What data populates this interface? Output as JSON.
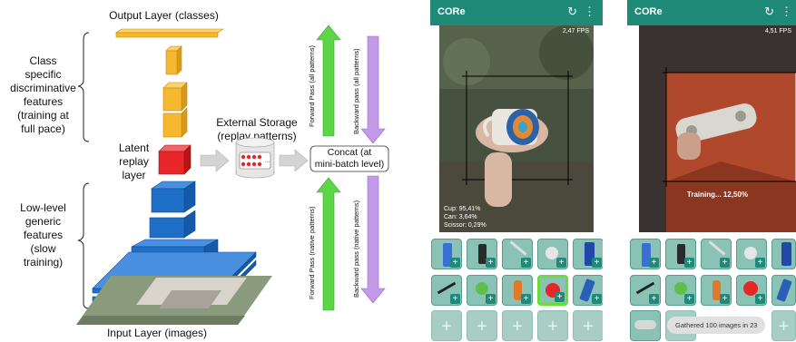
{
  "diagram": {
    "output_layer_label": "Output Layer (classes)",
    "class_specific_label": [
      "Class",
      "specific",
      "discriminative",
      "features",
      "(training at",
      "full pace)"
    ],
    "latent_replay_label": [
      "Latent",
      "replay",
      "layer"
    ],
    "low_level_label": [
      "Low-level",
      "generic",
      "features",
      "(slow",
      "training)"
    ],
    "external_storage_label": [
      "External Storage",
      "(replay patterns)"
    ],
    "concat_label": [
      "Concat (at",
      "mini-batch level)"
    ],
    "input_layer_label": "Input Layer (images)",
    "forward_all_label": "Forward Pass (all patterns)",
    "backward_all_label": "Backward pass (all patterns)",
    "forward_native_label": "Forward Pass (native patterns)",
    "backward_native_label": "Backward pass (native patterns)",
    "colors": {
      "output_layers": "#f5b82e",
      "latent_layer": "#e8262a",
      "low_layers": "#1f6fc9",
      "forward_arrow": "#5cd646",
      "backward_arrow": "#c29ae8",
      "gray_arrow": "#d4d4d4"
    }
  },
  "phone1": {
    "app_title": "CORe",
    "refresh_icon": "refresh-icon",
    "menu_icon": "more-vert-icon",
    "fps": "2,47 FPS",
    "predictions": [
      "Cup: 95,41%",
      "Can: 3,64%",
      "Scissor: 0,29%"
    ]
  },
  "phone2": {
    "app_title": "CORe",
    "refresh_icon": "refresh-icon",
    "menu_icon": "more-vert-icon",
    "fps": "4,51 FPS",
    "training_message": "Training... 12,50%",
    "toast": "Gathered 100 images in 23"
  }
}
